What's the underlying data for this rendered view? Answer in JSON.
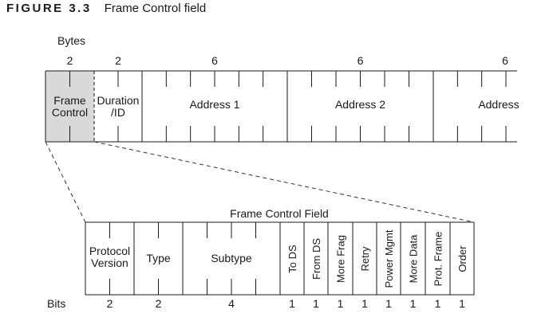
{
  "figure": {
    "label": "FIGURE 3.3",
    "caption": "Frame Control field"
  },
  "top_frame": {
    "unit_label": "Bytes",
    "fields": [
      {
        "name": "Frame Control",
        "lines": [
          "Frame",
          "Control"
        ],
        "size": "2",
        "highlighted": true
      },
      {
        "name": "Duration /ID",
        "lines": [
          "Duration",
          "/ID"
        ],
        "size": "2"
      },
      {
        "name": "Address 1",
        "lines": [
          "Address 1"
        ],
        "size": "6"
      },
      {
        "name": "Address 2",
        "lines": [
          "Address 2"
        ],
        "size": "6"
      },
      {
        "name": "Address",
        "lines": [
          "Address"
        ],
        "size": "6"
      }
    ]
  },
  "bottom_frame": {
    "title": "Frame Control Field",
    "unit_label": "Bits",
    "fields": [
      {
        "name": "Protocol Version",
        "lines": [
          "Protocol",
          "Version"
        ],
        "bits": "2",
        "vertical": false
      },
      {
        "name": "Type",
        "lines": [
          "Type"
        ],
        "bits": "2",
        "vertical": false
      },
      {
        "name": "Subtype",
        "lines": [
          "Subtype"
        ],
        "bits": "4",
        "vertical": false
      },
      {
        "name": "To DS",
        "lines": [
          "To DS"
        ],
        "bits": "1",
        "vertical": true
      },
      {
        "name": "From DS",
        "lines": [
          "From DS"
        ],
        "bits": "1",
        "vertical": true
      },
      {
        "name": "More Frag",
        "lines": [
          "More Frag"
        ],
        "bits": "1",
        "vertical": true
      },
      {
        "name": "Retry",
        "lines": [
          "Retry"
        ],
        "bits": "1",
        "vertical": true
      },
      {
        "name": "Power Mgmt",
        "lines": [
          "Power Mgmt"
        ],
        "bits": "1",
        "vertical": true
      },
      {
        "name": "More Data",
        "lines": [
          "More Data"
        ],
        "bits": "1",
        "vertical": true
      },
      {
        "name": "Prot. Frame",
        "lines": [
          "Prot. Frame"
        ],
        "bits": "1",
        "vertical": true
      },
      {
        "name": "Order",
        "lines": [
          "Order"
        ],
        "bits": "1",
        "vertical": true
      }
    ]
  },
  "colors": {
    "line": "#1a1a1a",
    "highlight": "#d9d9d9",
    "dash": "#333333"
  }
}
